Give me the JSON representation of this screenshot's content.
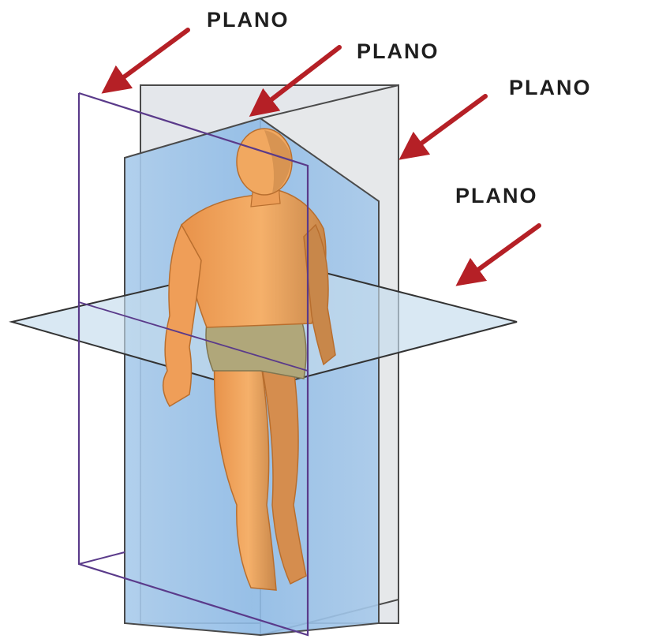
{
  "labels": {
    "plane_1": "PLANO",
    "plane_2": "PLANO",
    "plane_3": "PLANO",
    "plane_4": "PLANO"
  },
  "icons": {
    "arrow": "arrow-icon",
    "figure": "human-figure-icon"
  },
  "colors": {
    "arrow": "#b52026",
    "label_text": "#1e1e1e",
    "sagittal_plane": "#93bfe8",
    "frontal_plane": "#d9dde2",
    "transverse_plane": "#b9d6e8",
    "plane_edge_purple": "#5a3a8a",
    "plane_edge_dark": "#333333",
    "skin": "#f0a35a",
    "skin_shadow": "#c97a35",
    "shorts": "#b0a77a"
  }
}
